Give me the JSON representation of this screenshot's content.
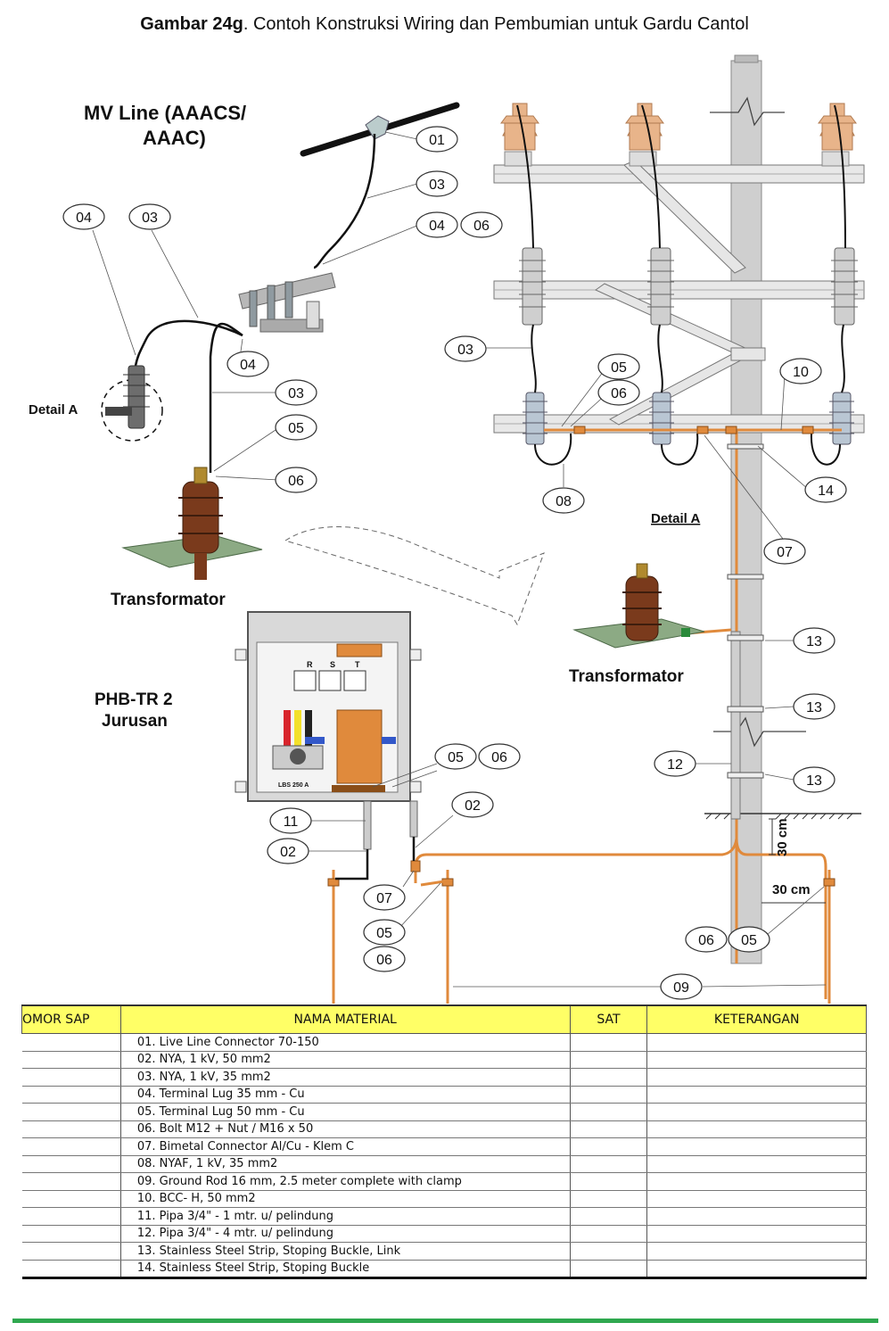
{
  "title": {
    "prefix": "Gambar 24g",
    "text": ". Contoh Konstruksi Wiring dan Pembumian untuk Gardu Cantol"
  },
  "labels": {
    "mv_line_1": "MV Line (AAACS/",
    "mv_line_2": "AAAC)",
    "detail_a": "Detail A",
    "detail_a_underlined": "Detail A",
    "transformator_left": "Transformator",
    "transformator_right": "Transformator",
    "phb_1": "PHB-TR 2",
    "phb_2": "Jurusan",
    "dim_vertical": "30 cm",
    "dim_horizontal": "30 cm",
    "lbs": "LBS 250 A",
    "phase_r": "R",
    "phase_s": "S",
    "phase_t": "T"
  },
  "callouts": {
    "c01": "01",
    "c03a": "03",
    "c04a": "04",
    "c06a": "06",
    "c04b": "04",
    "c03b": "03",
    "c04c": "04",
    "c03c": "03",
    "c05a": "05",
    "c06b": "06",
    "c03d": "03",
    "c05b": "05",
    "c06c": "06",
    "c10": "10",
    "c08": "08",
    "c14": "14",
    "c07a": "07",
    "c13a": "13",
    "c13b": "13",
    "c12": "12",
    "c13c": "13",
    "c05c": "05",
    "c06d": "06",
    "c02a": "02",
    "c11": "11",
    "c02b": "02",
    "c07b": "07",
    "c05d": "05",
    "c06e": "06",
    "c06f": "06",
    "c05e": "05",
    "c09": "09"
  },
  "table": {
    "headers": [
      "OMOR SAP",
      "NAMA  MATERIAL",
      "SAT",
      "KETERANGAN"
    ],
    "rows": [
      "01. Live Line Connector  70-150",
      "02. NYA,  1 kV,   50 mm2",
      "03. NYA,  1 kV,   35 mm2",
      "04. Terminal Lug 35 mm - Cu",
      "05. Terminal Lug 50 mm - Cu",
      "06. Bolt M12 + Nut / M16 x 50",
      "07. Bimetal Connector Al/Cu - Klem C",
      "08. NYAF,  1 kV,  35 mm2",
      "09. Ground Rod 16 mm, 2.5 meter complete with clamp",
      "10. BCC- H, 50 mm2",
      "11. Pipa  3/4\" - 1 mtr. u/ pelindung",
      "12. Pipa  3/4\" - 4 mtr. u/ pelindung",
      "13. Stainless Steel Strip, Stoping Buckle, Link",
      "14. Stainless Steel Strip, Stoping Buckle"
    ]
  },
  "colors": {
    "copper": "#e08a3c",
    "pole": "#cfcfcf",
    "header_yellow": "#ffff66",
    "green_rule": "#2fa84f",
    "bushing_brown": "#7a3a1c",
    "insulator_tan": "#e8b48a"
  }
}
